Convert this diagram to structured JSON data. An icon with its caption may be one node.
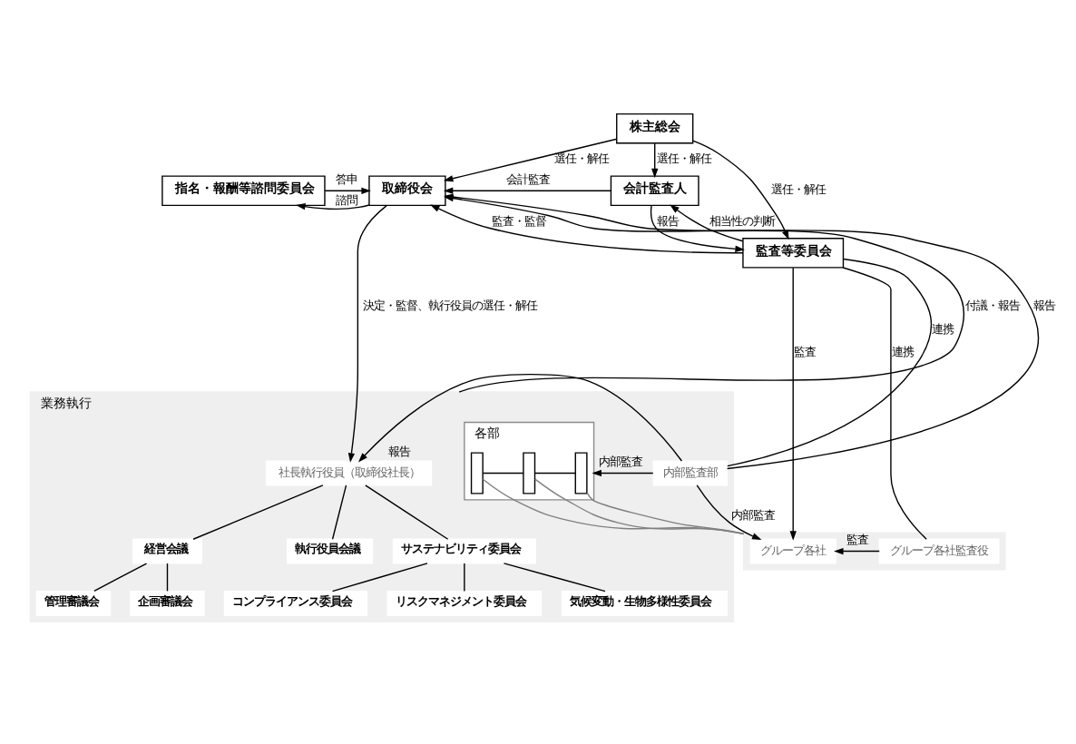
{
  "diagram": {
    "nodes": [
      {
        "text": [
          "株主総会"
        ]
      },
      {
        "text": [
          "指名・報酬等諮問委員会"
        ]
      },
      {
        "text": [
          "取締役会"
        ]
      },
      {
        "text": [
          "会計監査人"
        ]
      },
      {
        "text": [
          "監査等委員会"
        ]
      },
      {
        "text": [
          "業務執行"
        ]
      },
      {
        "text": [
          "社長執行役員（取締役社長）"
        ],
        "in": 5
      },
      {
        "text": [
          "企画審議会"
        ],
        "in": 5
      },
      {
        "text": [
          "経営会議"
        ],
        "in": 5
      },
      {
        "text": [
          "管理審議会"
        ],
        "in": 5
      },
      {
        "text": [
          "執行役員会議"
        ],
        "in": 5
      },
      {
        "text": [
          "サステナビリティ委員会"
        ],
        "in": 5
      },
      {
        "text": [
          "リスクマネジメント委員会"
        ],
        "in": 5
      },
      {
        "text": [
          "気候変動・生物多様性委員会"
        ],
        "in": 5
      },
      {
        "text": [
          "コンプライアンス委員会"
        ],
        "in": 5
      },
      {
        "text": [
          "各部"
        ],
        "in": 5
      },
      {
        "text": [],
        "shape": "box",
        "in": 15
      },
      {
        "text": [],
        "shape": "box",
        "in": 15
      },
      {
        "text": [],
        "shape": "box",
        "in": 15
      },
      {
        "text": [
          "内部監査部"
        ],
        "in": 5
      },
      {
        "text": [],
        "shape": "box"
      },
      {
        "text": [
          "グループ各社"
        ],
        "in": 20
      },
      {
        "text": [
          "グループ各社監査役"
        ],
        "in": 20
      }
    ],
    "edges": [
      {
        "from": 0,
        "to": 2,
        "arrow": "to",
        "label": "選任・解任"
      },
      {
        "from": 0,
        "to": 4,
        "arrow": "to",
        "label": "選任・解任"
      },
      {
        "from": 0,
        "to": 3,
        "arrow": "to",
        "label": "選任・解任"
      },
      {
        "from": 1,
        "to": 2,
        "arrow": "to",
        "label": "答申"
      },
      {
        "from": 2,
        "to": 1,
        "arrow": "to",
        "label": "諮問"
      },
      {
        "from": 3,
        "to": 2,
        "arrow": "to",
        "label": "会計監査"
      },
      {
        "from": 4,
        "to": 2,
        "arrow": "to",
        "label": "監査・監督"
      },
      {
        "from": 3,
        "to": 4,
        "arrow": "to",
        "label": "報告"
      },
      {
        "from": 4,
        "to": 3,
        "arrow": "to",
        "label": "相当性の判断"
      },
      {
        "from": 5,
        "to": 2,
        "arrow": "to",
        "label": "付議・報告"
      },
      {
        "from": 2,
        "to": 6,
        "arrow": "to",
        "label": "決定・監督、執行役員の選任・解任"
      },
      {
        "from": 19,
        "to": 2,
        "arrow": "to",
        "label": "報告"
      },
      {
        "from": 19,
        "to": 6,
        "arrow": "to",
        "label": "報告"
      },
      {
        "from": 6,
        "to": 8,
        "arrow": "none"
      },
      {
        "from": 6,
        "to": 10,
        "arrow": "none"
      },
      {
        "from": 6,
        "to": 11,
        "arrow": "none"
      },
      {
        "from": 8,
        "to": 7,
        "arrow": "none"
      },
      {
        "from": 8,
        "to": 9,
        "arrow": "none"
      },
      {
        "from": 11,
        "to": 12,
        "arrow": "none"
      },
      {
        "from": 11,
        "to": 13,
        "arrow": "none"
      },
      {
        "from": 11,
        "to": 14,
        "arrow": "none"
      },
      {
        "from": 16,
        "to": 17,
        "arrow": "none"
      },
      {
        "from": 17,
        "to": 18,
        "arrow": "none"
      },
      {
        "from": 16,
        "to": 20,
        "arrow": "none",
        "color": "#808080"
      },
      {
        "from": 17,
        "to": 20,
        "arrow": "none",
        "color": "#808080"
      },
      {
        "from": 18,
        "to": 20,
        "arrow": "none",
        "color": "#808080"
      },
      {
        "from": 19,
        "to": 15,
        "arrow": "to",
        "label": "内部監査"
      },
      {
        "from": 19,
        "to": 21,
        "arrow": "to",
        "label": "内部監査"
      },
      {
        "from": 19,
        "to": 4,
        "arrow": "none",
        "label": "連携"
      },
      {
        "from": 4,
        "to": 21,
        "arrow": "to",
        "label": "監査"
      },
      {
        "from": 4,
        "to": 22,
        "arrow": "none",
        "label": "連携"
      },
      {
        "from": 22,
        "to": 21,
        "arrow": "to",
        "label": "監査"
      }
    ]
  }
}
